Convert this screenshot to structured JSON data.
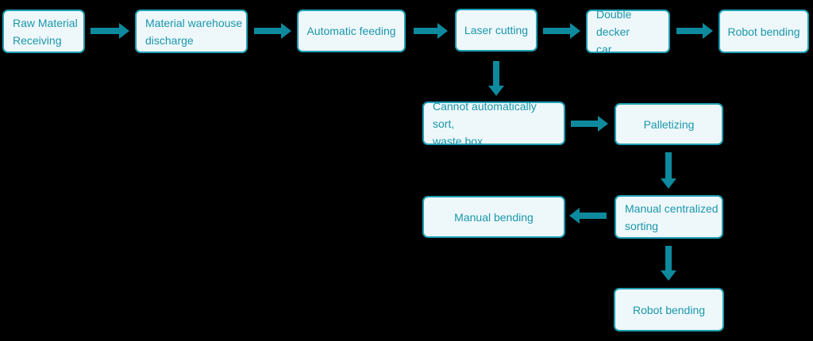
{
  "diagram": {
    "type": "flowchart",
    "colors": {
      "background": "#000000",
      "box_fill": "#eef8fb",
      "box_border": "#1e9db2",
      "box_text": "#1b96ab",
      "arrow": "#0e8a9e"
    },
    "nodes": [
      {
        "id": "raw-material-receiving",
        "label": "Raw Material\nReceiving"
      },
      {
        "id": "material-warehouse-discharge",
        "label": "Material warehouse\ndischarge"
      },
      {
        "id": "automatic-feeding",
        "label": "Automatic feeding"
      },
      {
        "id": "laser-cutting",
        "label": "Laser cutting"
      },
      {
        "id": "double-decker-car",
        "label": "Double decker\ncar"
      },
      {
        "id": "robot-bending-top",
        "label": "Robot bending"
      },
      {
        "id": "cannot-sort-waste-box",
        "label": "Cannot automatically sort,\nwaste box"
      },
      {
        "id": "palletizing",
        "label": "Palletizing"
      },
      {
        "id": "manual-bending",
        "label": "Manual bending"
      },
      {
        "id": "manual-centralized-sorting",
        "label": "Manual centralized\nsorting"
      },
      {
        "id": "robot-bending-bottom",
        "label": "Robot bending"
      }
    ],
    "edges": [
      {
        "from": "raw-material-receiving",
        "to": "material-warehouse-discharge",
        "direction": "right"
      },
      {
        "from": "material-warehouse-discharge",
        "to": "automatic-feeding",
        "direction": "right"
      },
      {
        "from": "automatic-feeding",
        "to": "laser-cutting",
        "direction": "right"
      },
      {
        "from": "laser-cutting",
        "to": "double-decker-car",
        "direction": "right"
      },
      {
        "from": "double-decker-car",
        "to": "robot-bending-top",
        "direction": "right"
      },
      {
        "from": "laser-cutting",
        "to": "cannot-sort-waste-box",
        "direction": "down"
      },
      {
        "from": "cannot-sort-waste-box",
        "to": "palletizing",
        "direction": "right"
      },
      {
        "from": "palletizing",
        "to": "manual-centralized-sorting",
        "direction": "down"
      },
      {
        "from": "manual-centralized-sorting",
        "to": "manual-bending",
        "direction": "left"
      },
      {
        "from": "manual-centralized-sorting",
        "to": "robot-bending-bottom",
        "direction": "down"
      }
    ]
  }
}
